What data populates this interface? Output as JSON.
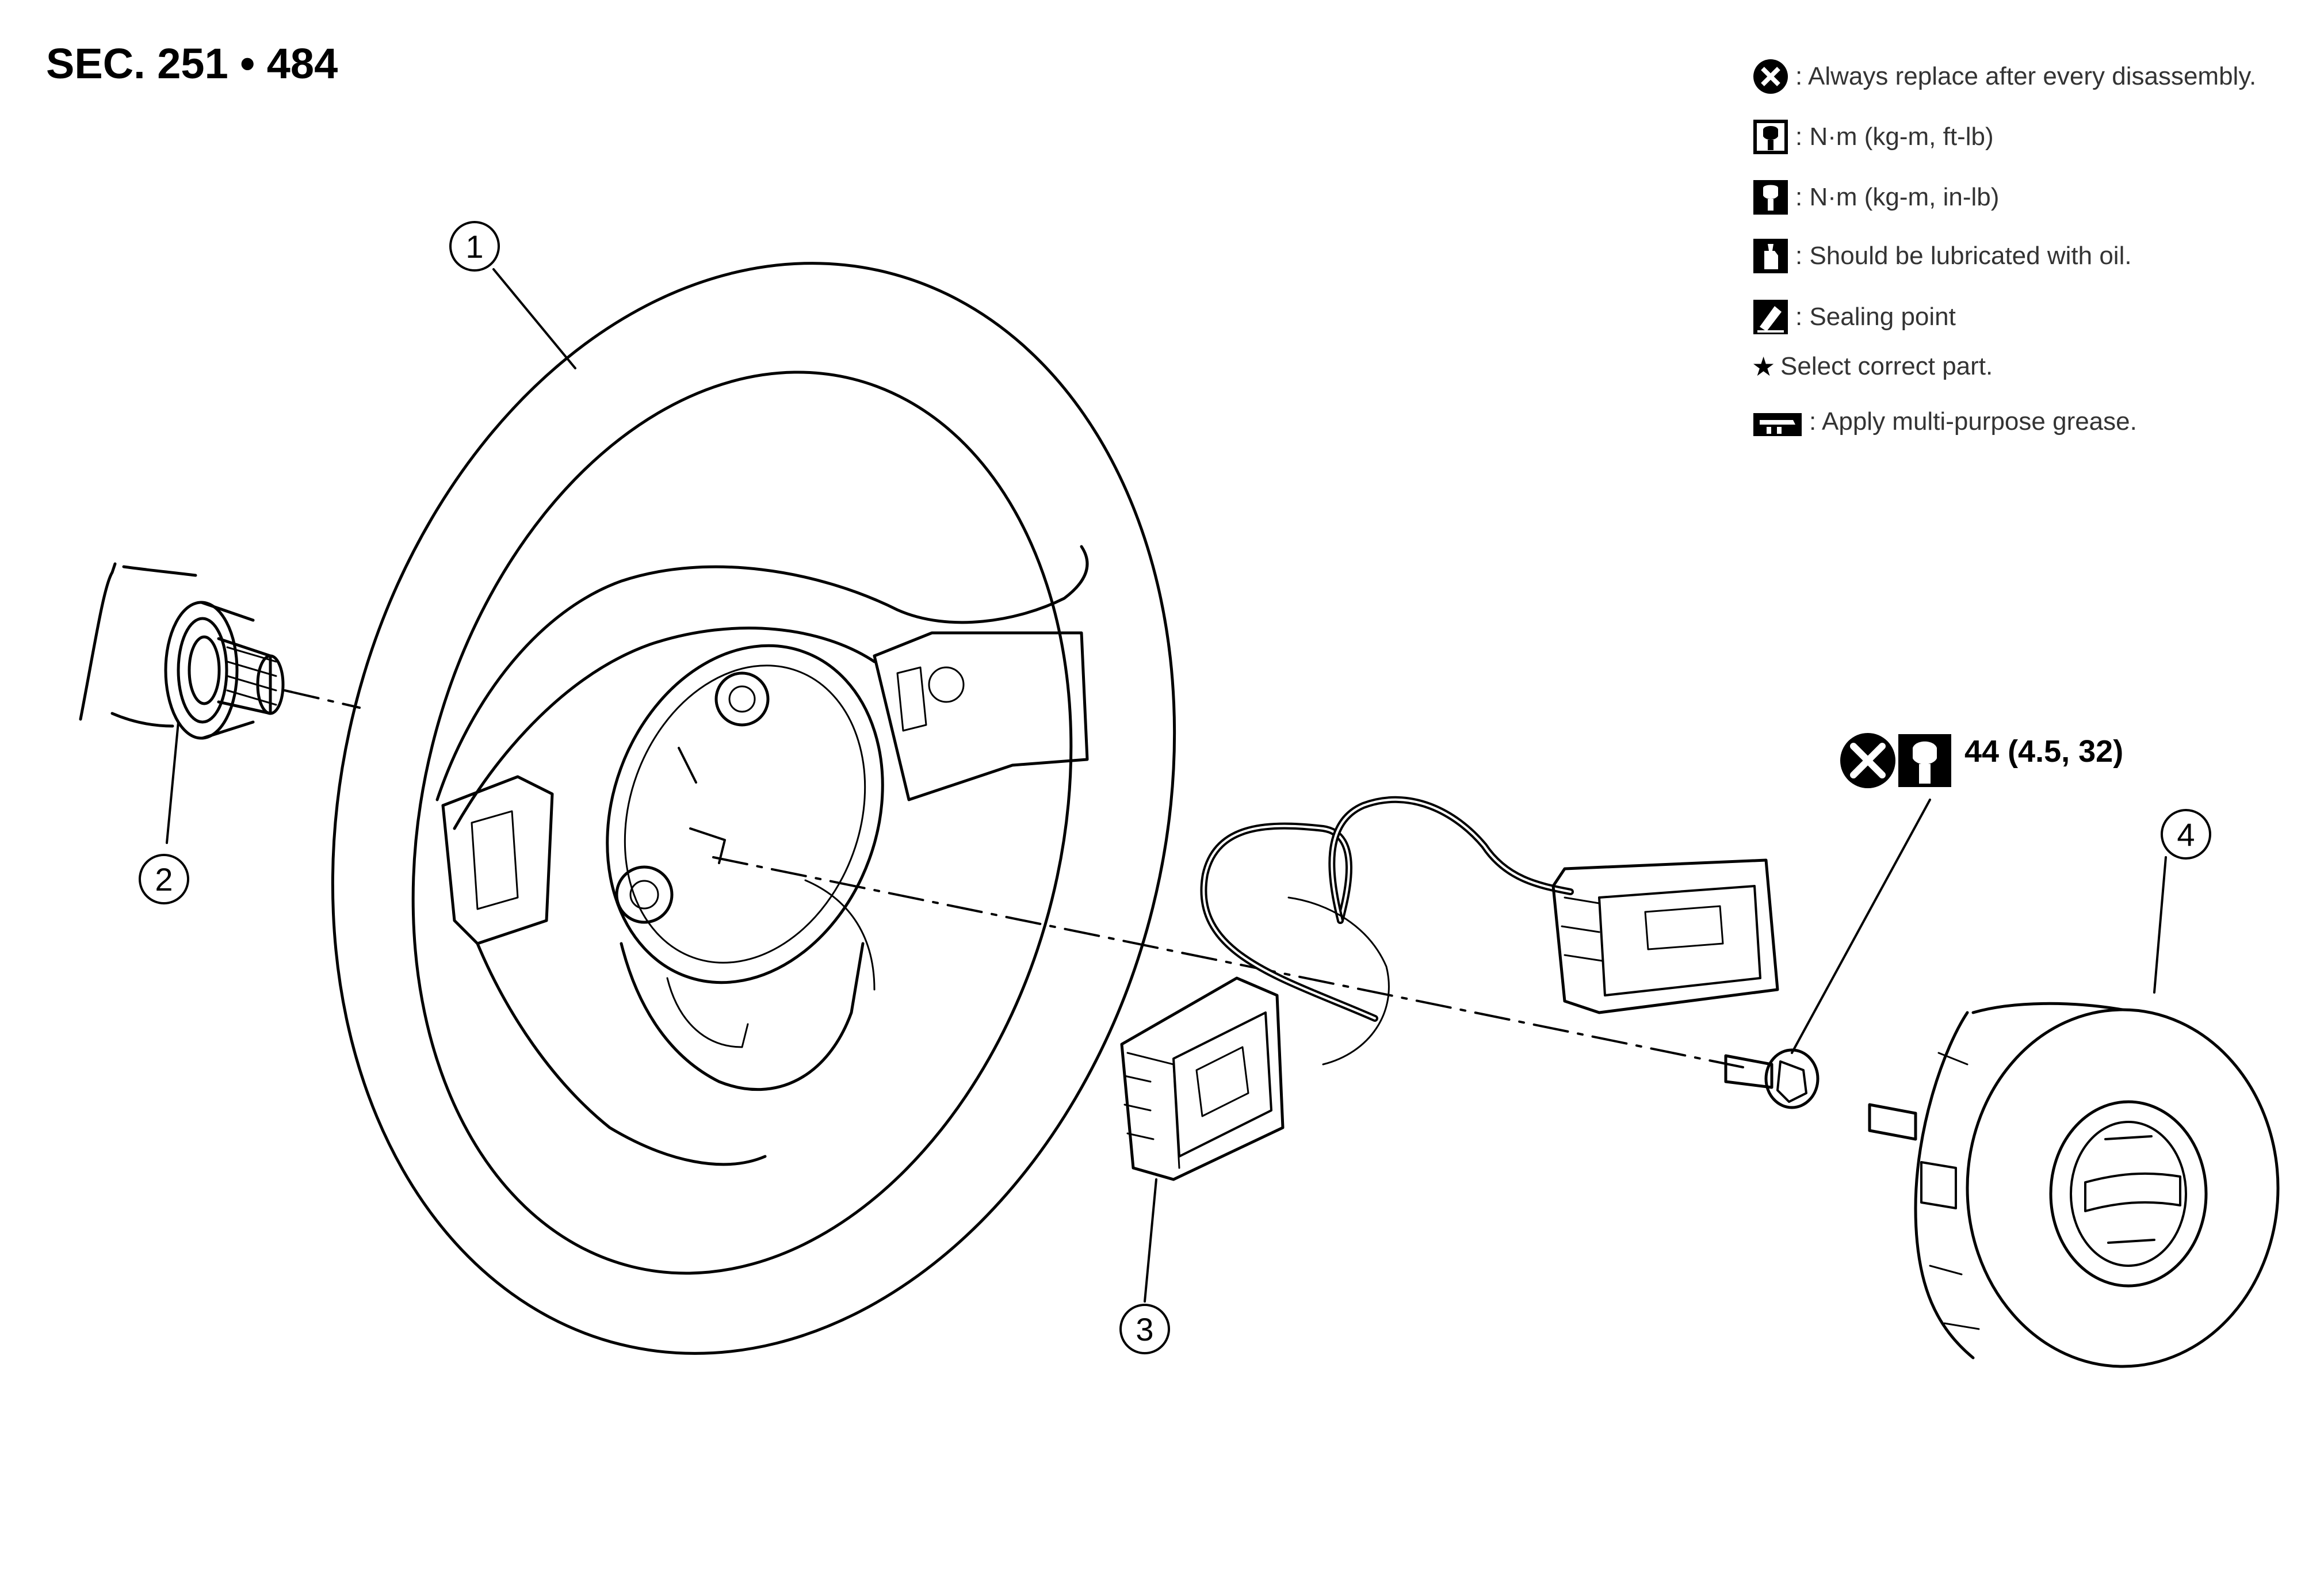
{
  "section_header": "SEC. 251 • 484",
  "callouts": [
    {
      "number": "1",
      "part": "steering-wheel"
    },
    {
      "number": "2",
      "part": "steering-column-shaft"
    },
    {
      "number": "3",
      "part": "steering-switch"
    },
    {
      "number": "4",
      "part": "driver-air-bag-module"
    }
  ],
  "torque_spec": "44 (4.5, 32)",
  "legend": [
    {
      "icon": "x-circle-icon",
      "text": ": Always replace after every disassembly."
    },
    {
      "icon": "torque-wrench-icon",
      "text": ": N·m (kg-m, ft-lb)"
    },
    {
      "icon": "torque-wrench-filled-icon",
      "text": ": N·m (kg-m, in-lb)"
    },
    {
      "icon": "oil-can-icon",
      "text": ": Should be lubricated with oil."
    },
    {
      "icon": "sealing-pen-icon",
      "text": ": Sealing point"
    },
    {
      "icon": "star-icon",
      "text": "Select correct part."
    },
    {
      "icon": "grease-gun-icon",
      "text": ": Apply multi-purpose grease."
    }
  ]
}
